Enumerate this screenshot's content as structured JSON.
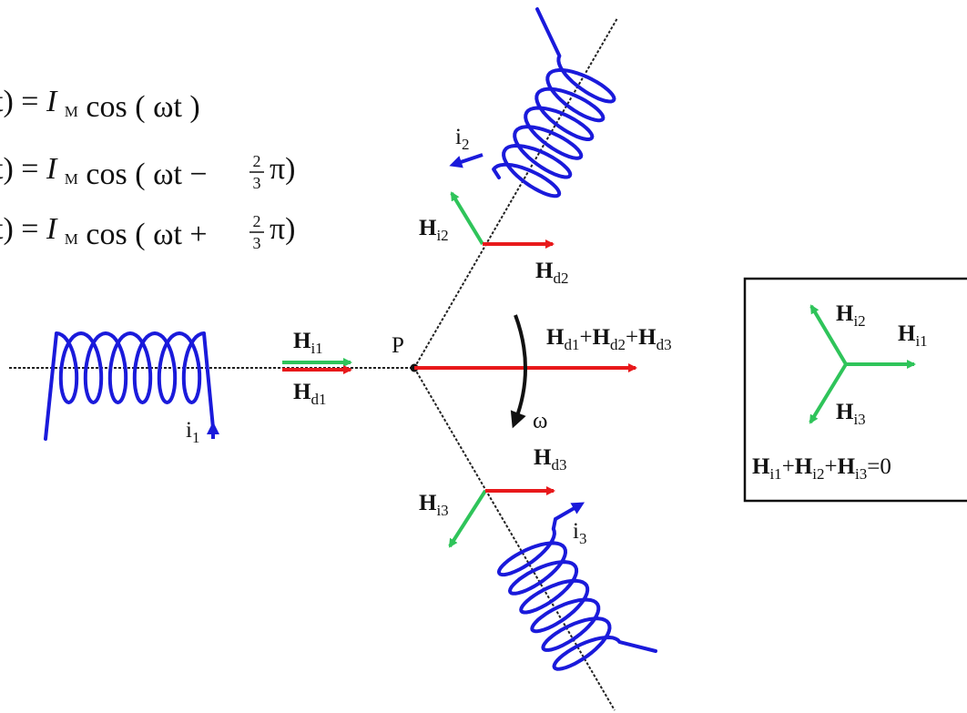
{
  "equations": [
    {
      "lhs": "t)",
      "amp": "I",
      "amp_sub": "M",
      "func": "cos",
      "arg": "ωt",
      "sign": "",
      "frac_num": "",
      "frac_den": "",
      "pi": ""
    },
    {
      "lhs": "t)",
      "amp": "I",
      "amp_sub": "M",
      "func": "cos",
      "arg": "ωt",
      "sign": "−",
      "frac_num": "2",
      "frac_den": "3",
      "pi": "π"
    },
    {
      "lhs": "t)",
      "amp": "I",
      "amp_sub": "M",
      "func": "cos",
      "arg": "ωt",
      "sign": "+",
      "frac_num": "2",
      "frac_den": "3",
      "pi": "π"
    }
  ],
  "labels": {
    "point": "P",
    "omega": "ω",
    "coil1_current": {
      "main": "i",
      "sub": "1"
    },
    "coil2_current": {
      "main": "i",
      "sub": "2"
    },
    "coil3_current": {
      "main": "i",
      "sub": "3"
    },
    "hi1": {
      "main": "H",
      "sub": "i1"
    },
    "hd1": {
      "main": "H",
      "sub": "d1"
    },
    "hi2": {
      "main": "H",
      "sub": "i2"
    },
    "hd2": {
      "main": "H",
      "sub": "d2"
    },
    "hi3": {
      "main": "H",
      "sub": "i3"
    },
    "hd3": {
      "main": "H",
      "sub": "d3"
    },
    "resultant": {
      "h1": "H",
      "s1": "d1",
      "h2": "H",
      "s2": "d2",
      "h3": "H",
      "s3": "d3",
      "plus": "+"
    }
  },
  "legend_box": {
    "hi2": {
      "main": "H",
      "sub": "i2"
    },
    "hi1": {
      "main": "H",
      "sub": "i1"
    },
    "hi3": {
      "main": "H",
      "sub": "i3"
    },
    "sum": {
      "h1": "H",
      "s1": "i1",
      "h2": "H",
      "s2": "i2",
      "h3": "H",
      "s3": "i3",
      "plus": "+",
      "eq": "=0"
    }
  },
  "colors": {
    "coil": "#1a1adb",
    "field_i": "#2fc45a",
    "field_d": "#e8191b",
    "axis": "#222222",
    "omega_arrow": "#111111"
  }
}
